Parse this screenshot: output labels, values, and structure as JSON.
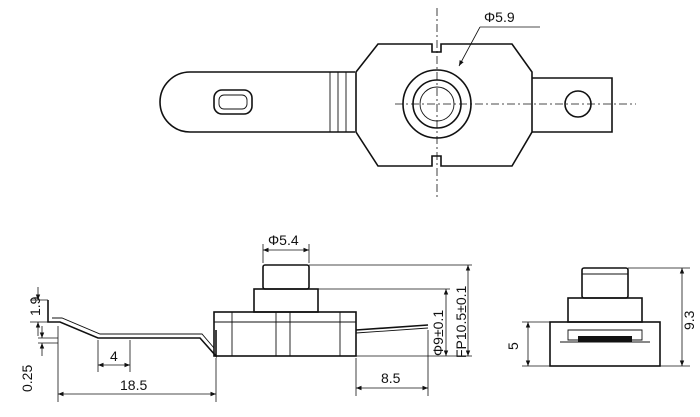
{
  "top_view": {
    "hole_diameter": "Φ5.9"
  },
  "front_view": {
    "button_diameter": "Φ5.4",
    "body_diameter": "Φ9±0.1",
    "stroke_height": "FP10.5±0.1",
    "lead_height": "1.9",
    "lead_thickness": "0.25",
    "bend_width": "4",
    "lead_length": "18.5",
    "tail_length": "8.5"
  },
  "side_view": {
    "body_height": "5",
    "total_height": "9.3"
  },
  "colors": {
    "line": "#111111",
    "background": "#ffffff"
  }
}
